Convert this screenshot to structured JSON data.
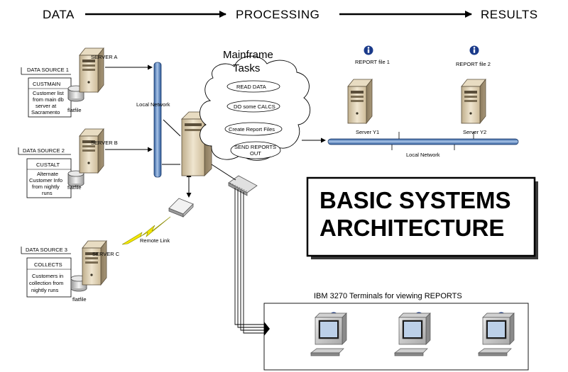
{
  "header": {
    "stage1": "DATA",
    "stage2": "PROCESSING",
    "stage3": "RESULTS"
  },
  "sources": [
    {
      "label": "DATA SOURCE 1",
      "name": "CUSTMAIN",
      "desc": [
        "Customer list",
        "from main db",
        "server at",
        "Sacramento"
      ],
      "file": "flatfile",
      "server": "SERVER A"
    },
    {
      "label": "DATA SOURCE 2",
      "name": "CUSTALT",
      "desc": [
        "Alternate",
        "Customer Info",
        "from nightly",
        "runs"
      ],
      "file": "flatfile",
      "server": "SERVER B"
    },
    {
      "label": "DATA SOURCE 3",
      "name": "COLLECTS",
      "desc": [
        "Customers in",
        "collection from",
        "nightly runs"
      ],
      "file": "flatfile",
      "server": "SERVER C"
    }
  ],
  "network": {
    "local_left": "Local Network",
    "local_right": "Local Network",
    "remote": "Remote Link"
  },
  "mainframe": {
    "title_line1": "Mainframe",
    "title_line2": "Tasks",
    "tasks": [
      "READ DATA",
      "DO some CALCS",
      "Create Report Files",
      "SEND REPORTS",
      "OUT"
    ]
  },
  "results": {
    "report1": "REPORT file 1",
    "report2": "REPORT file 2",
    "server1": "Server Y1",
    "server2": "Server Y2"
  },
  "title": {
    "line1": "BASIC SYSTEMS",
    "line2": "ARCHITECTURE"
  },
  "terminals": {
    "title": "IBM 3270 Terminals for viewing REPORTS",
    "info_icon": "info-icon",
    "count": 3
  },
  "colors": {
    "network_bar": "#4a78b8",
    "server_body": "#d8c8a8",
    "info_blue": "#1a3a8a",
    "lightning": "#f2e600",
    "monitor_screen": "#bcd0e8"
  }
}
